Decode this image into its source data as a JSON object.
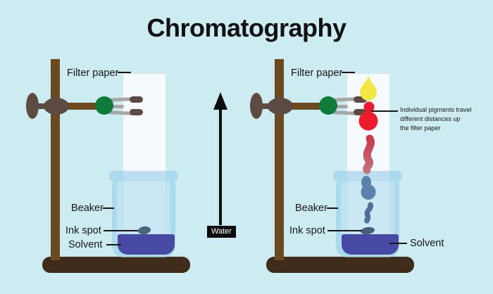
{
  "title": "Chromatography",
  "center": {
    "arrow_label": "Water"
  },
  "left_diagram": {
    "filter_paper_label": "Filter paper",
    "beaker_label": "Beaker",
    "ink_spot_label": "Ink spot",
    "solvent_label": "Solvent"
  },
  "right_diagram": {
    "filter_paper_label": "Filter paper",
    "beaker_label": "Beaker",
    "ink_spot_label": "Ink spot",
    "solvent_label": "Solvent",
    "annotation_lines": [
      "Individual pigments travel",
      "different distances up",
      "the filter paper"
    ]
  },
  "palette": {
    "background": "#cdecf1",
    "title_color": "#121212",
    "stand_brown": "#6b4a20",
    "base_brown": "#3f2c1a",
    "knob_brown": "#5d4b43",
    "clamp_green": "#107a3b",
    "prong_grey": "#a6a6a6",
    "paper_white": "#f6fafc",
    "beaker_glass": "#abdaec",
    "solvent_indigo": "#4749a5",
    "ink_dark": "#47677a",
    "pigment_yellow": "#f2e843",
    "pigment_red": "#ec1b2d",
    "pigment_dark_red": "#c73a50",
    "pigment_steel_blue": "#5b82aa",
    "arrow_black": "#0c0c0c",
    "water_label_bg": "#0b0b0b",
    "water_label_text": "#ffffff"
  }
}
